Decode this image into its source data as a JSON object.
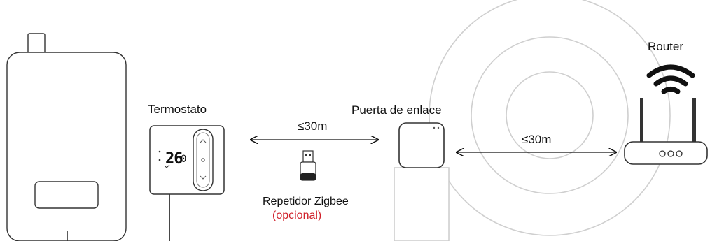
{
  "labels": {
    "thermostat": "Termostato",
    "gateway": "Puerta de enlace",
    "router": "Router",
    "repeater": "Repetidor Zigbee",
    "optional": "(opcional)"
  },
  "distances": {
    "thermostat_gateway": "≤30m",
    "gateway_router": "≤30m"
  },
  "thermostat_display": {
    "temperature": "26",
    "unit_symbol": "0"
  },
  "icons": {
    "boiler": "boiler-icon",
    "thermostat": "thermostat-icon",
    "repeater": "usb-repeater-icon",
    "gateway": "gateway-hub-icon",
    "router": "router-icon",
    "wifi": "wifi-icon"
  },
  "colors": {
    "line": "#111111",
    "device_outline": "#333333",
    "optional_text": "#d0202a",
    "rings": "#cfcfcf"
  }
}
